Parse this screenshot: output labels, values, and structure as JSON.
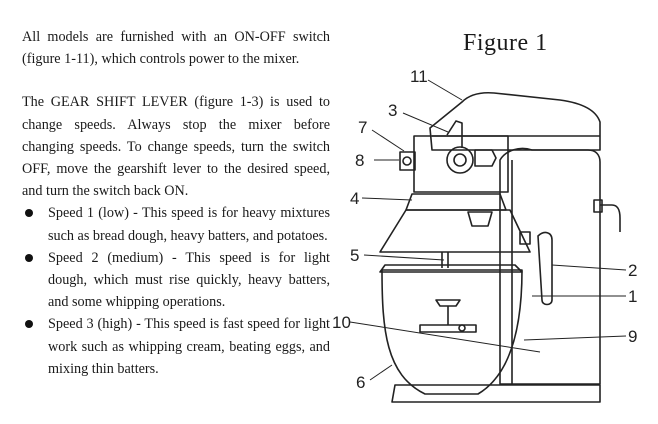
{
  "text": {
    "para_switch": "All models are furnished with an ON-OFF switch (figure 1-11), which controls power to the mixer.",
    "para_gear": "The GEAR SHIFT LEVER (figure 1-3) is used to change speeds. Always stop the mixer before changing speeds. To change speeds, turn the switch OFF, move the gearshift lever to the desired speed, and turn the switch back ON.",
    "bullets": [
      "Speed 1 (low) - This speed is for heavy mixtures such as bread dough, heavy batters, and potatoes.",
      "Speed 2 (medium) - This speed is for light dough, which must rise quickly, heavy batters, and some whipping operations.",
      "Speed 3 (high) - This speed is fast speed for light work such as whipping cream, beating eggs, and mixing thin batters."
    ]
  },
  "figure": {
    "title": "Figure 1",
    "callouts": [
      "11",
      "3",
      "7",
      "8",
      "4",
      "5",
      "2",
      "1",
      "10",
      "9",
      "6"
    ]
  }
}
